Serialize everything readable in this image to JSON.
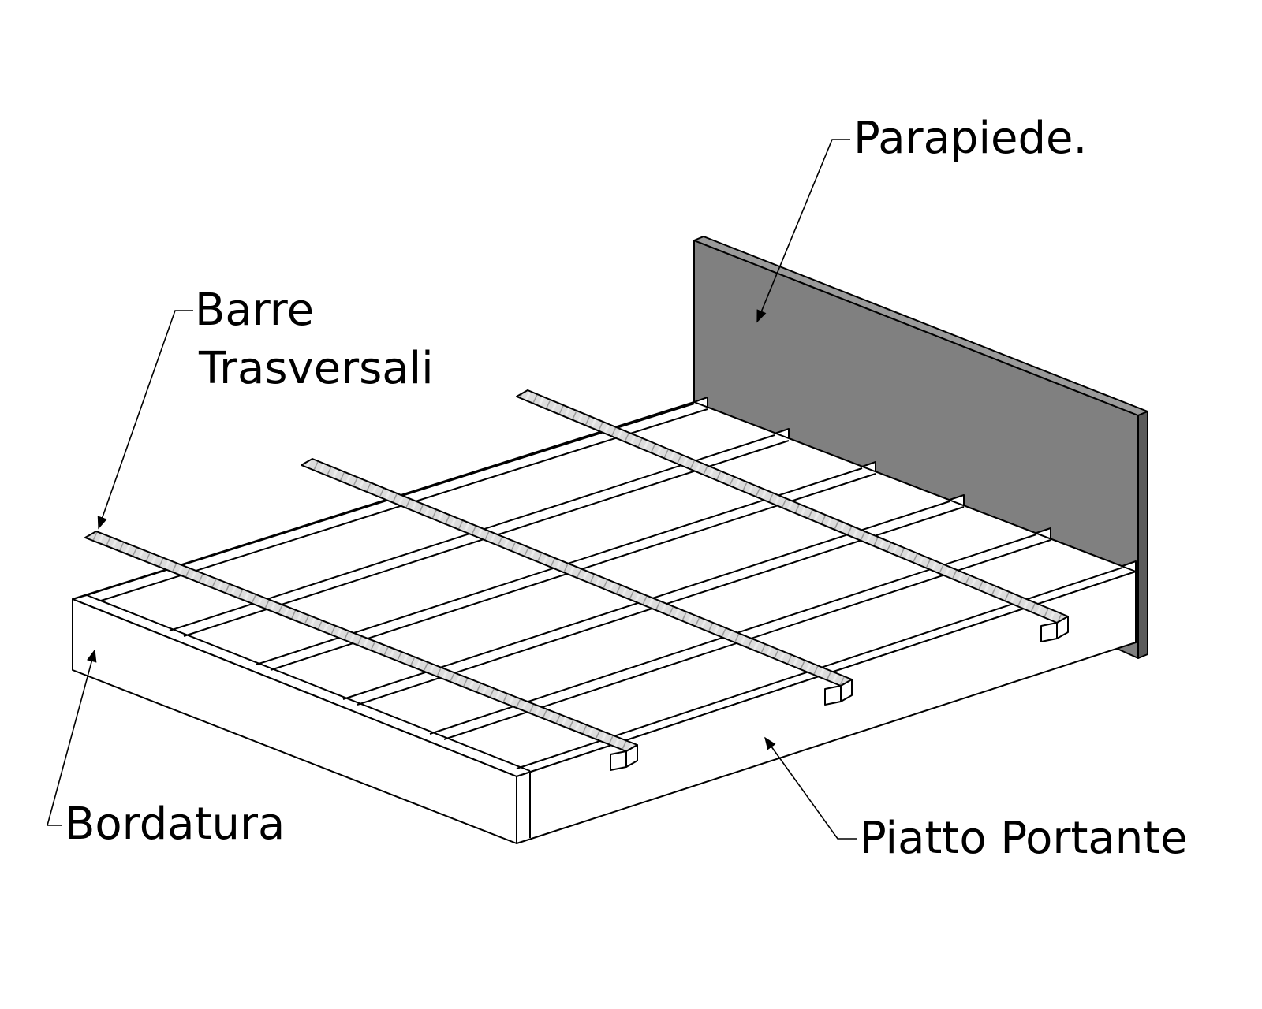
{
  "labels": {
    "parapiede": "Parapiede.",
    "barre_line1": "Barre",
    "barre_line2": "Trasversali",
    "bordatura": "Bordatura",
    "piatto_portante": "Piatto Portante"
  },
  "colors": {
    "background": "#ffffff",
    "line": "#000000",
    "toe_board": "#808080",
    "toe_board_side": "#5a5a5a",
    "frame": "#ffffff",
    "twisted_bar": "#d6d6d6"
  }
}
